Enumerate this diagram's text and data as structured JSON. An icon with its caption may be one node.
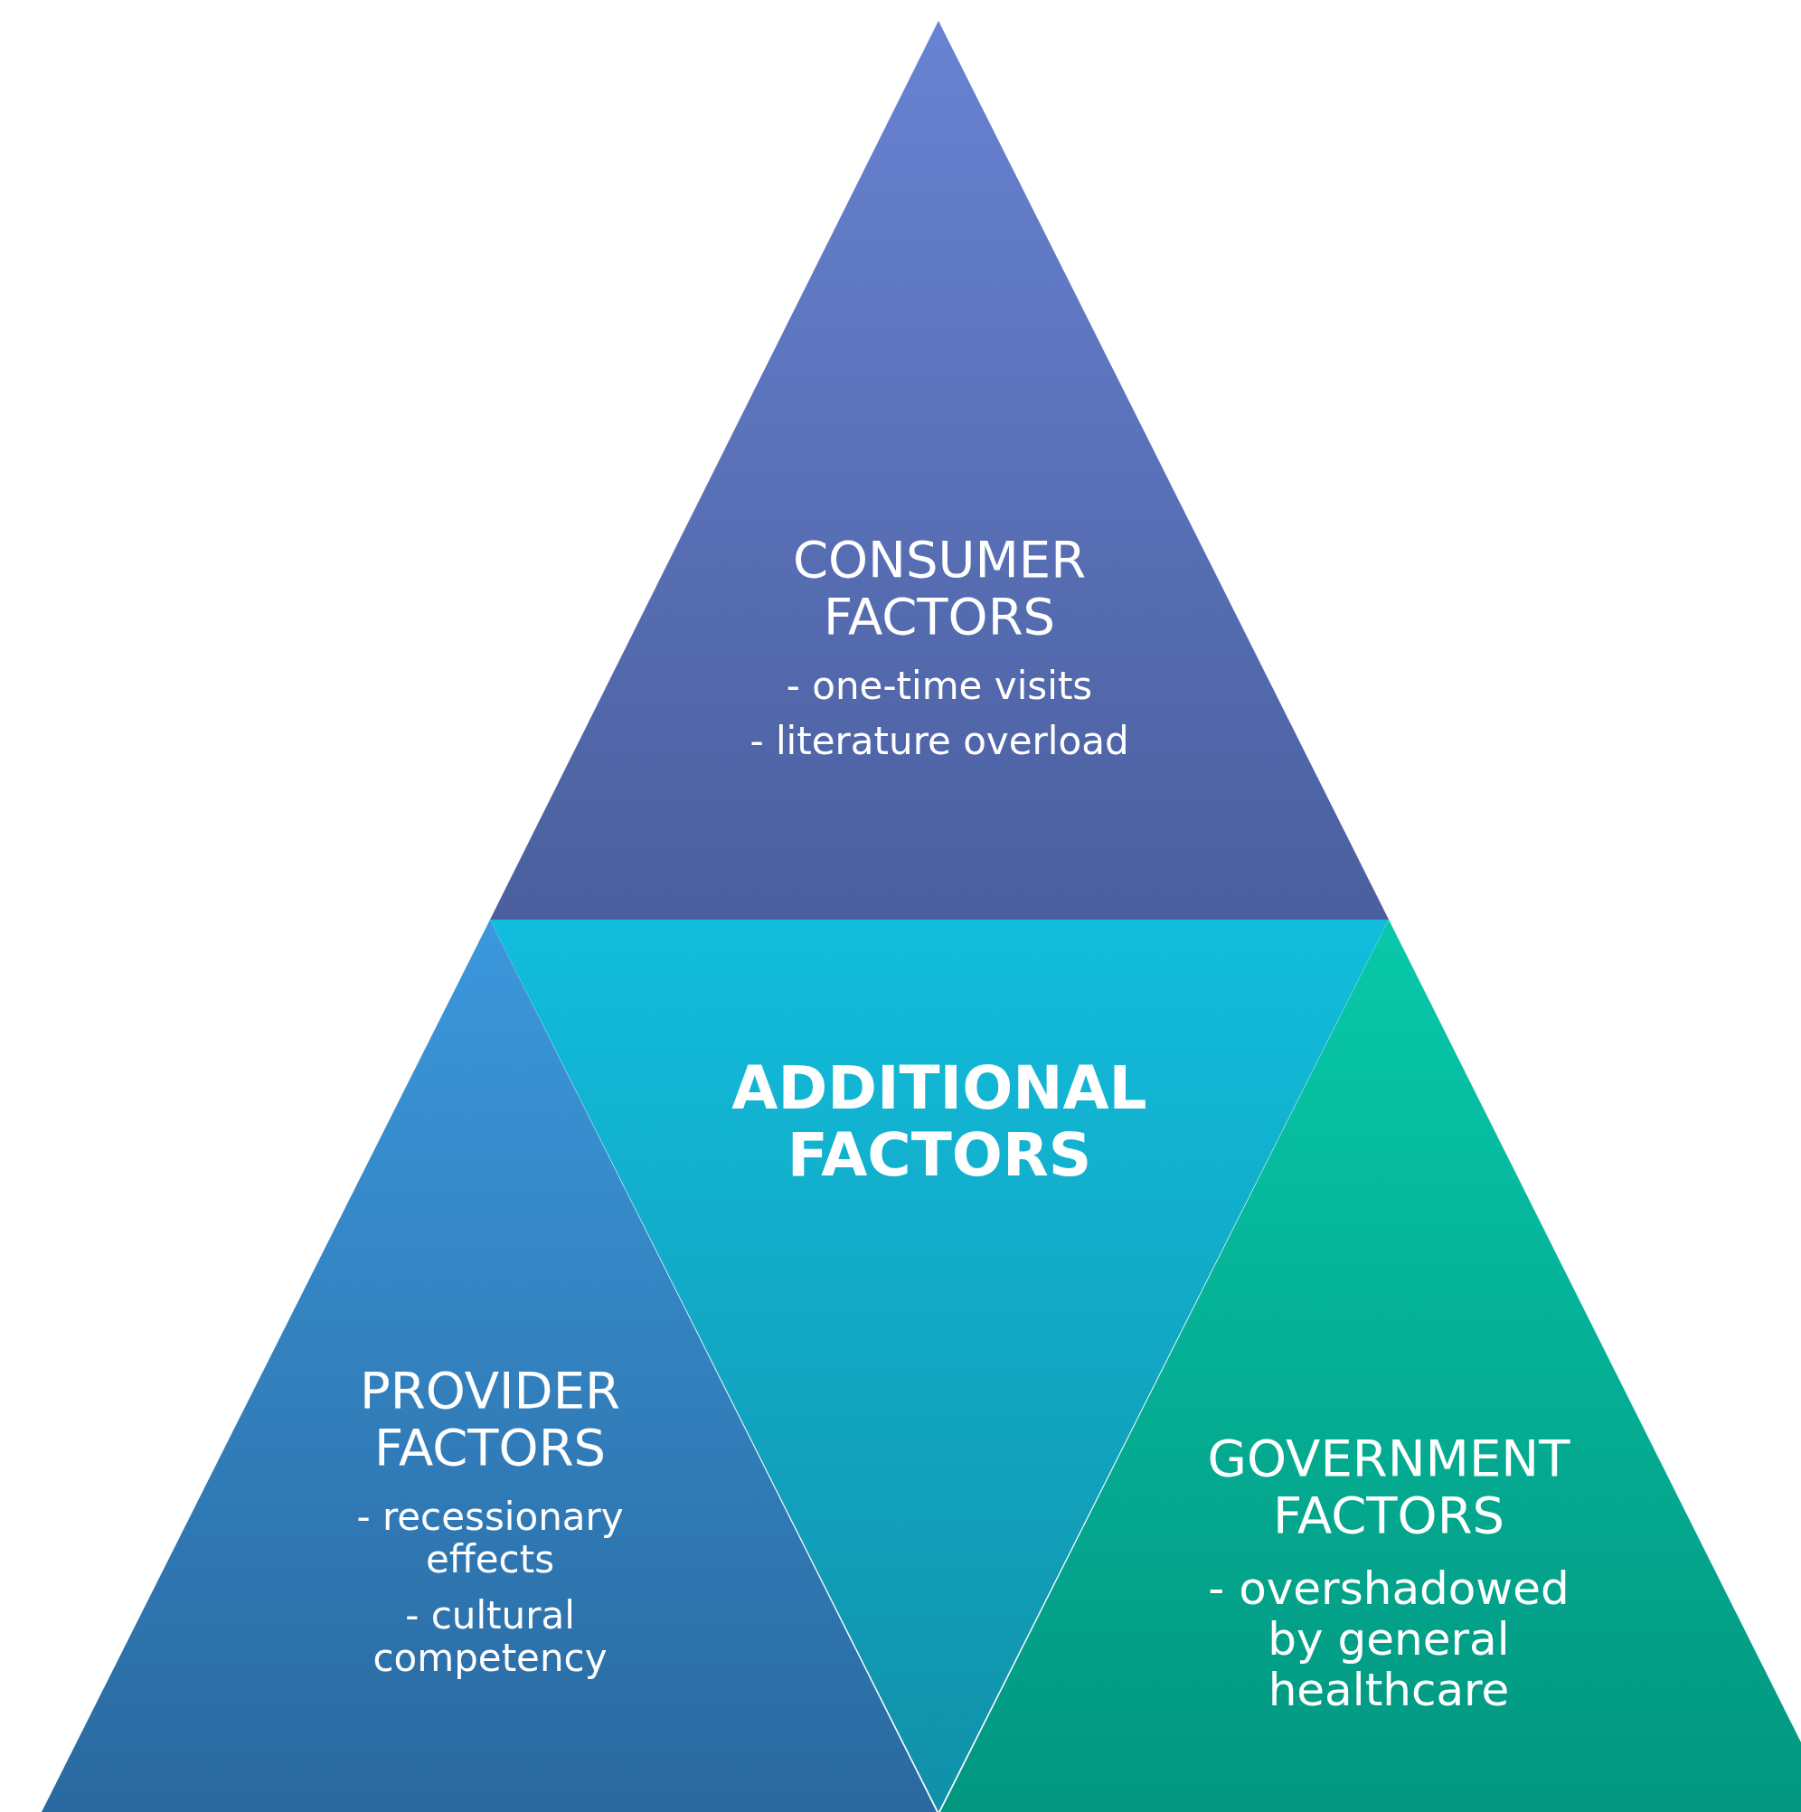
{
  "diagram": {
    "nodes": [
      {
        "text": [
          "CONSUMER FACTORS",
          "- one-time visits",
          "- literature overload"
        ]
      },
      {
        "text": [
          "ADDITIONAL FACTORS"
        ]
      },
      {
        "text": [
          "PROVIDER FACTORS",
          "- recessionary effects",
          "- cultural competency"
        ]
      },
      {
        "text": [
          "GOVERNMENT FACTORS",
          "- overshadowed by general healthcare"
        ]
      }
    ]
  }
}
